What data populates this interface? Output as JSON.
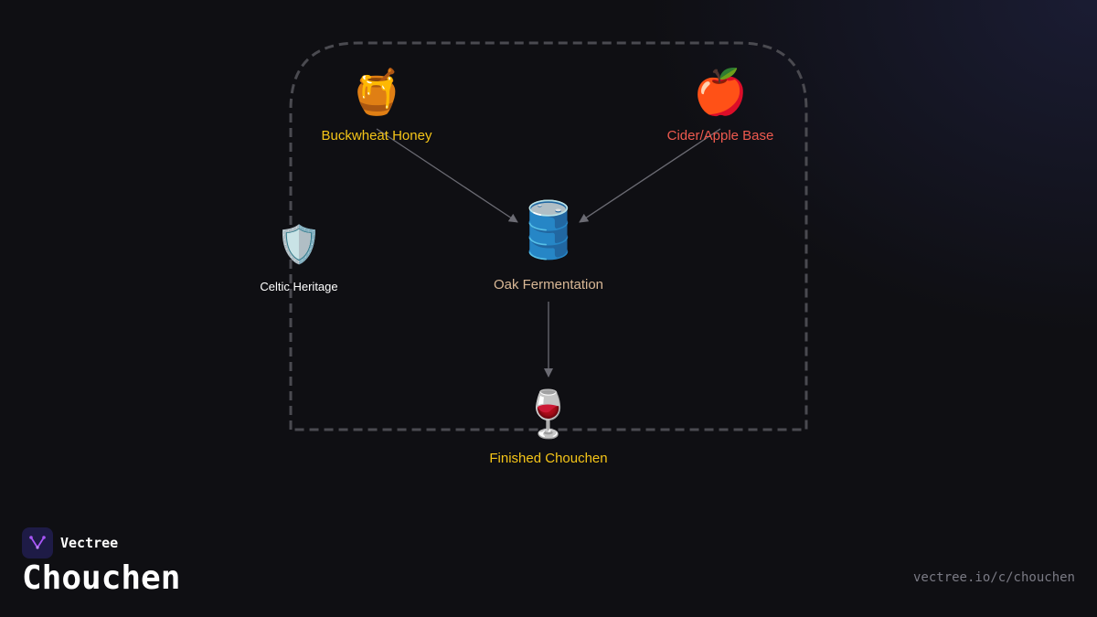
{
  "colors": {
    "background": "#0f0f13",
    "honey": "#f5c518",
    "apple": "#ef5a4f",
    "oak": "#d9b896",
    "heritage": "#ffffff",
    "finished": "#f5c518",
    "edge": "#6b6b73",
    "group_border": "#4a4a50",
    "brand_accent": "#a855f7"
  },
  "nodes": {
    "honey": {
      "label": "Buckwheat Honey",
      "icon": "honey-pot-icon",
      "glyph": "🍯"
    },
    "apple": {
      "label": "Cider/Apple Base",
      "icon": "apple-icon",
      "glyph": "🍎"
    },
    "oak": {
      "label": "Oak Fermentation",
      "icon": "barrel-icon",
      "glyph": "🛢️"
    },
    "heritage": {
      "label": "Celtic Heritage",
      "icon": "shield-icon",
      "glyph": "🛡️"
    },
    "finished": {
      "label": "Finished Chouchen",
      "icon": "wine-glass-icon",
      "glyph": "🍷"
    }
  },
  "edges": [
    {
      "from": "Buckwheat Honey",
      "to": "Oak Fermentation"
    },
    {
      "from": "Cider/Apple Base",
      "to": "Oak Fermentation"
    },
    {
      "from": "Oak Fermentation",
      "to": "Finished Chouchen"
    }
  ],
  "brand": {
    "name": "Vectree",
    "logo_icon": "vectree-logo-icon"
  },
  "page": {
    "title": "Chouchen",
    "url": "vectree.io/c/chouchen"
  }
}
